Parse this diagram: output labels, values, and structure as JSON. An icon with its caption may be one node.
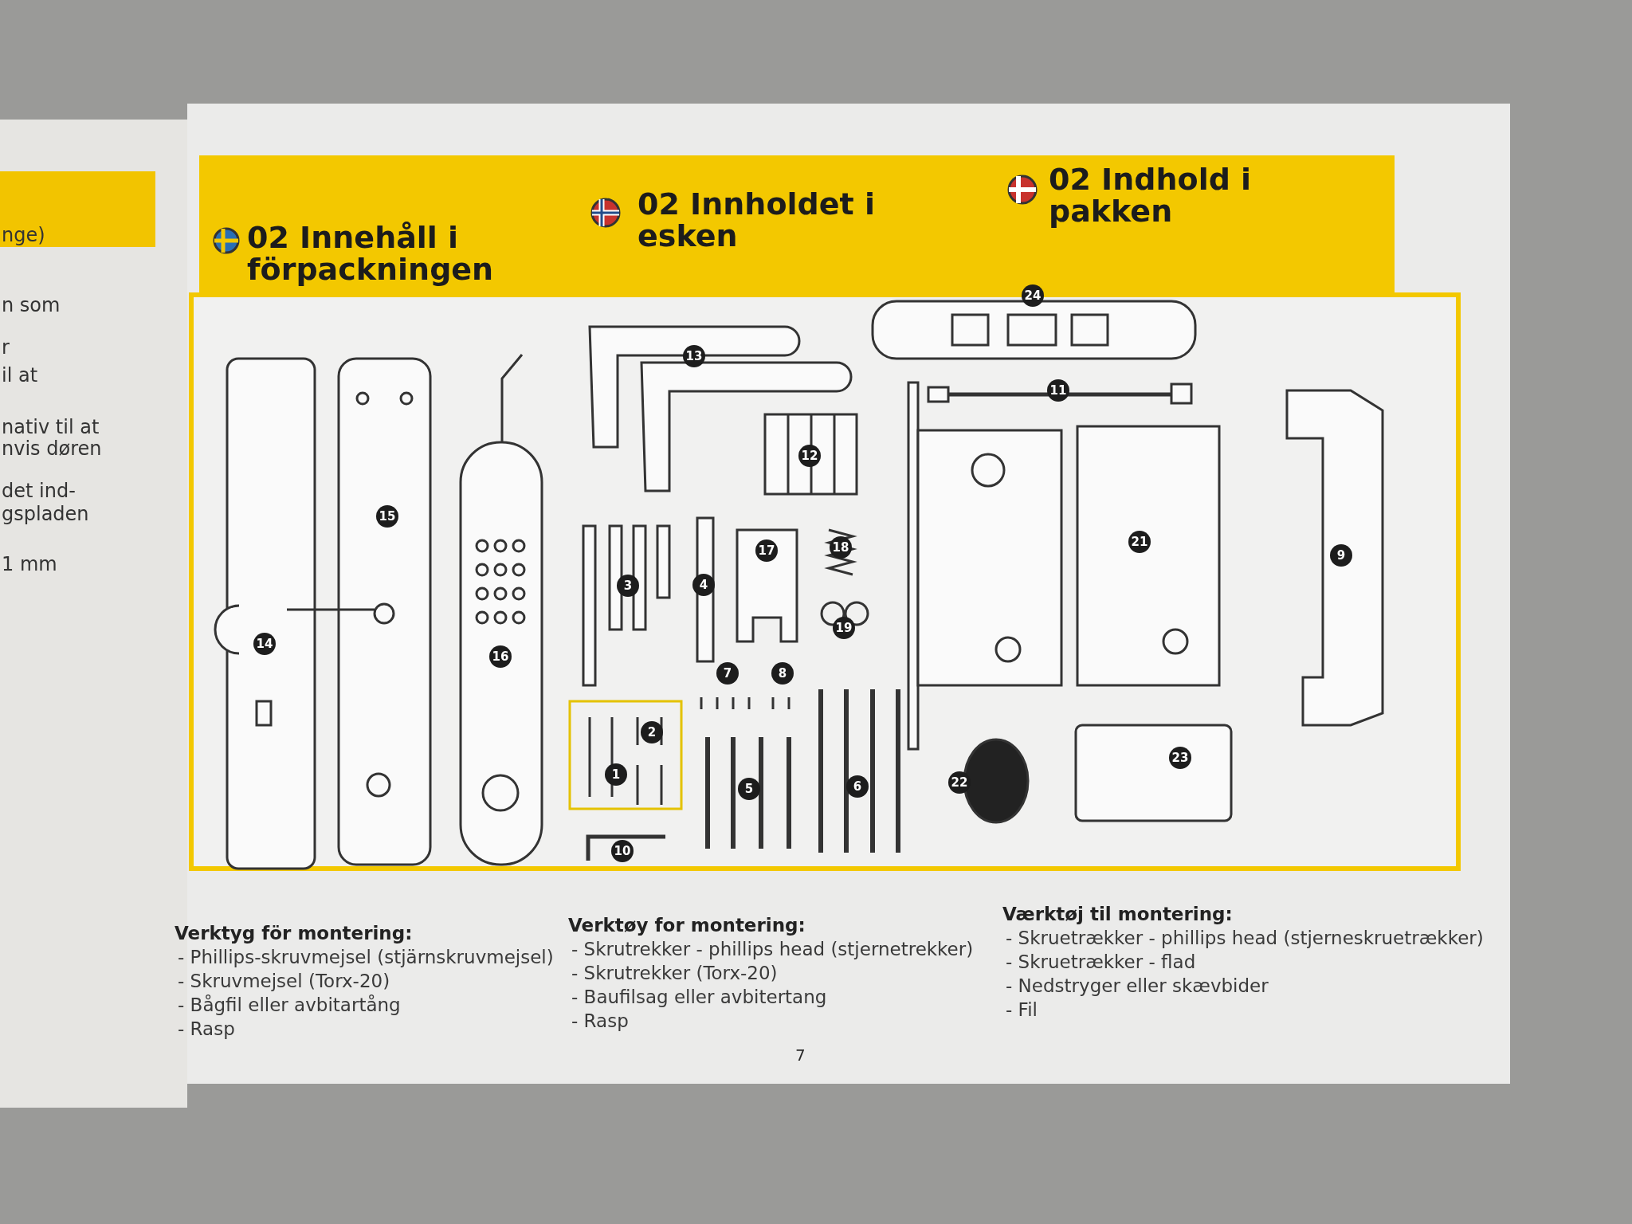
{
  "diagram": {
    "labels": [
      "nge)",
      "n som",
      "r",
      "il at",
      "nativ til at",
      "nvis døren",
      "det ind-",
      "gspladen",
      "1 mm",
      "02 Innehåll i förpackningen",
      "02 Innholdet i esken",
      "02 Indhold i pakken",
      "24",
      "13",
      "11",
      "12",
      "15",
      "18",
      "17",
      "4",
      "3",
      "9",
      "21",
      "19",
      "14",
      "16",
      "7",
      "8",
      "2",
      "1",
      "5",
      "6",
      "22",
      "23",
      "10",
      "Verktyg för montering:",
      "- Phillips-skruvmejsel (stjärnskruvmejsel)",
      "- Skruvmejsel (Torx-20)",
      "- Bågfil eller avbitartång",
      "- Rasp",
      "Verktøy for montering:",
      "- Skrutrekker - phillips head (stjernetrekker)",
      "- Skrutrekker (Torx-20)",
      "- Baufilsag eller avbitertang",
      "- Rasp",
      "Værktøj til montering:",
      "- Skruetrækker - phillips head (stjerneskruetrækker)",
      "- Skruetrækker - flad",
      "- Nedstryger eller skævbider",
      "- Fil",
      "7"
    ]
  }
}
